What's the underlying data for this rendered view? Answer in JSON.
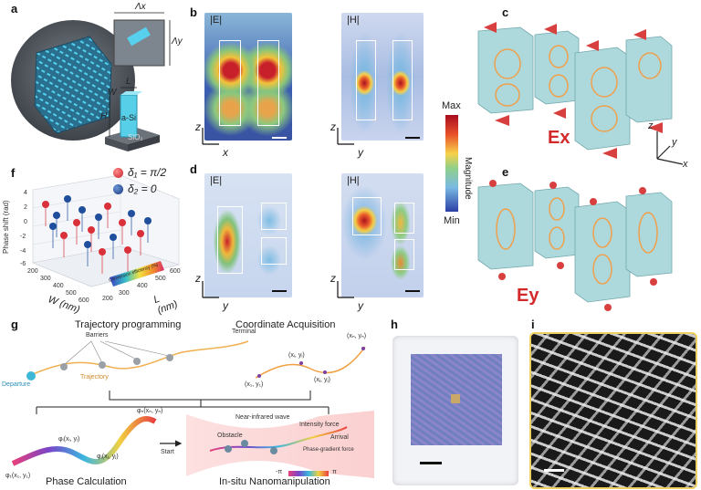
{
  "panels": {
    "a": {
      "label": "a",
      "lambda_x": "Λx",
      "lambda_y": "Λy",
      "W": "W",
      "L": "L",
      "H": "H",
      "pillar": "a-Si",
      "substrate": "SiO₂"
    },
    "b": {
      "label": "b",
      "left_title": "|E|",
      "right_title": "|H|",
      "left_h_axis": "x",
      "right_h_axis": "y",
      "v_axis": "z"
    },
    "d": {
      "label": "d",
      "left_title": "|E|",
      "right_title": "|H|",
      "left_h_axis": "y",
      "right_h_axis": "y",
      "v_axis": "z"
    },
    "colorbar": {
      "max": "Max",
      "min": "Min",
      "title": "Magnitude"
    },
    "c": {
      "label": "c",
      "field": "Ex"
    },
    "e": {
      "label": "e",
      "field": "Ey"
    },
    "axes3d": {
      "z": "z",
      "y": "y",
      "x": "x"
    },
    "f": {
      "label": "f",
      "ylabel": "Phase shift (rad)",
      "xlabel": "W (nm)",
      "zlabel": "L (nm)",
      "legend": [
        {
          "symbol": "δ₁ = π/2",
          "color": "#d9303a"
        },
        {
          "symbol": "δ₂ = 0",
          "color": "#1f4e9c"
        }
      ],
      "yticks": [
        "4",
        "2",
        "0",
        "-2",
        "-4",
        "-6"
      ],
      "wticks": [
        "200",
        "300",
        "400",
        "500",
        "600"
      ],
      "lticks": [
        "200",
        "300",
        "400",
        "500",
        "600"
      ],
      "cbar_text": "Conversion efficiency (%)"
    },
    "g": {
      "label": "g",
      "title_left": "Trajectory programming",
      "title_right": "Coordinate Acquisition",
      "barriers": "Barriers",
      "terminal": "Terminal",
      "departure": "Departure",
      "trajectory": "Trajectory",
      "c1": "(x₁, y₁)",
      "ci": "(xᵢ, yᵢ)",
      "cj": "(xⱼ, yⱼ)",
      "cn": "(xₙ, yₙ)",
      "phase_calc": "Phase Calculation",
      "insitu": "In-situ Nanomanipulation",
      "start": "Start",
      "phi1": "φ₁(x₁, y₁)",
      "phii": "φᵢ(xᵢ, yᵢ)",
      "phij": "φⱼ(xⱼ, yⱼ)",
      "phin": "φₙ(xₙ, yₙ)",
      "nir": "Near-infrared wave",
      "intensity": "Intensity force",
      "arrival": "Arrival",
      "phase_force": "Phase-gradient force",
      "obstacle": "Obstacle",
      "minus_pi": "-π",
      "pi": "π"
    },
    "h": {
      "label": "h"
    },
    "i": {
      "label": "i"
    }
  }
}
